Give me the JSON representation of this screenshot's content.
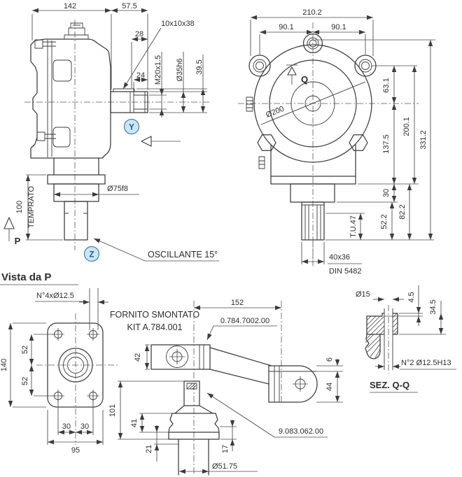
{
  "colors": {
    "line": "#3b3b3b",
    "balloon_fill": "#c9e7f8",
    "balloon_stroke": "#4d7d9e",
    "balloon_text": "#1c5d92",
    "background": "#ffffff"
  },
  "side_view": {
    "dim_width_total": "142",
    "dim_shaft_length": "57.5",
    "dim_28": "28",
    "key_label": "10x10x38",
    "dim_24": "24",
    "thread_label": "M20x1.5",
    "shaft_dia": "Ø35h6",
    "dim_39_5": "39.5",
    "balloon_y": "Y",
    "hub_dia": "Ø75f8",
    "dim_100": "100",
    "treatment": "TEMPRATO",
    "view_arrow": "P",
    "balloon_z": "Z",
    "oscillating_note": "OSCILLANTE 15°"
  },
  "front_view": {
    "dim_width_total": "210.2",
    "dim_bolt_left": "90.1",
    "dim_bolt_right": "90.1",
    "section_arrow": "Q",
    "dia_200": "Ø200",
    "dim_63_1": "63.1",
    "dim_200_1": "200.1",
    "dim_331_2": "331.2",
    "dim_137_5": "137.5",
    "dim_30": "30",
    "dim_82_2": "82.2",
    "dim_52_2": "52.2",
    "usable_length": "T.U.47",
    "spline": "40x36",
    "spline_standard": "DIN 5482"
  },
  "flange_view": {
    "title": "Vista da P",
    "holes_label": "N°4xØ12.5",
    "dim_140": "140",
    "dim_52_top": "52",
    "dim_52_bottom": "52",
    "dim_30_left": "30",
    "dim_30_right": "30",
    "dim_95": "95"
  },
  "kit_view": {
    "note_line1": "FORNITO SMONTATO",
    "note_line2": "KIT A.784.001",
    "dim_152": "152",
    "lever_part_number": "0.784.7002.00",
    "dim_42": "42",
    "dim_6": "6",
    "dim_44": "44",
    "dim_101": "101",
    "dim_41": "41",
    "dim_21": "21",
    "dim_17": "17",
    "dia_51_75": "Ø51.75",
    "ball_part_number": "9.083.062.00"
  },
  "section_view": {
    "dia_15": "Ø15",
    "dim_4_5": "4.5",
    "dim_34_5": "34.5",
    "holes_label": "N°2 Ø12.5H13",
    "title": "SEZ. Q-Q"
  }
}
